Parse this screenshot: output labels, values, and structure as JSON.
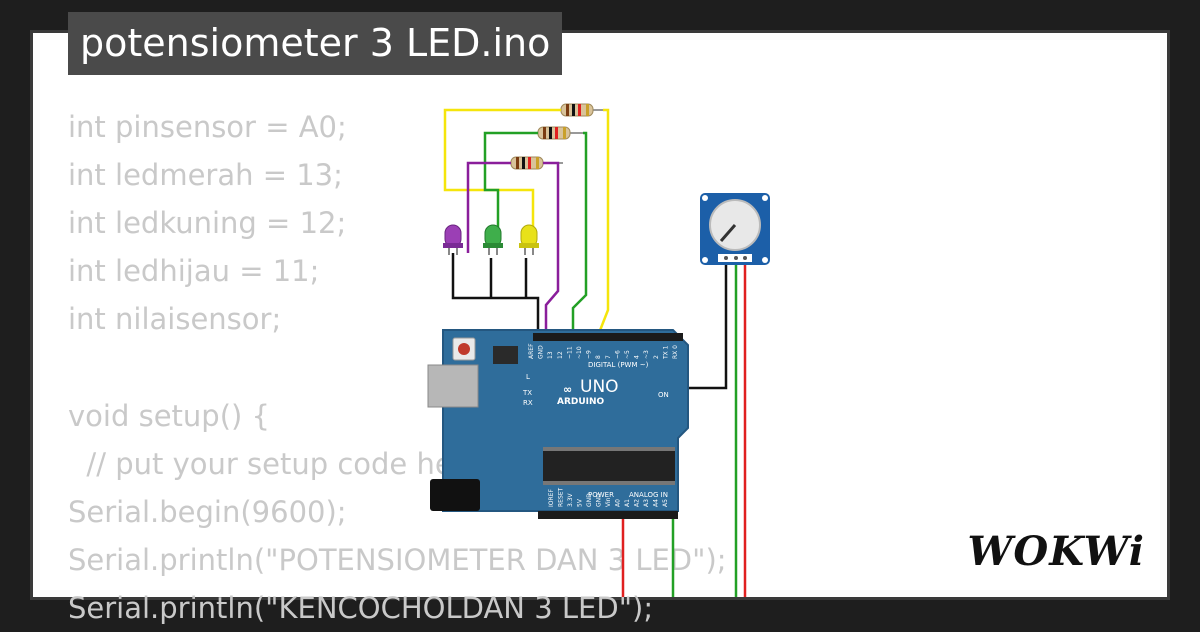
{
  "header": {
    "title": "potensiometer 3 LED.ino"
  },
  "code": {
    "lines": [
      "int pinsensor = A0;",
      "int ledmerah = 13;",
      "int ledkuning = 12;",
      "int ledhijau = 11;",
      "int nilaisensor;",
      "",
      "void setup() {",
      "  // put your setup code here, to run once:",
      "Serial.begin(9600);",
      "Serial.println(\"POTENSIOMETER DAN 3 LED\");",
      "Serial.println(\"KENCOCHOLDAN 3 LED\");"
    ]
  },
  "board": {
    "brand": "ARDUINO",
    "model": "UNO",
    "digital_label": "DIGITAL (PWM ~)",
    "analog_label": "ANALOG IN",
    "power_label": "POWER",
    "on_label": "ON",
    "tx_label": "TX",
    "rx_label": "RX",
    "l_label": "L",
    "top_pins": [
      "AREF",
      "GND",
      "13",
      "12",
      "~11",
      "~10",
      "~9",
      "8",
      "7",
      "~6",
      "~5",
      "4",
      "~3",
      "2",
      "TX 1",
      "RX 0"
    ],
    "bottom_pins": [
      "IOREF",
      "RESET",
      "3.3V",
      "5V",
      "GND",
      "GND",
      "Vin",
      "A0",
      "A1",
      "A2",
      "A3",
      "A4",
      "A5"
    ]
  },
  "colors": {
    "wire_yellow": "#f5e50b",
    "wire_green": "#22a025",
    "wire_purple": "#8a1e9b",
    "wire_red": "#e02020",
    "wire_black": "#111111",
    "board_blue": "#2f6d9b",
    "led_purple": "#9b3fb5",
    "led_green": "#3fae4b",
    "led_yellow": "#e8e11a"
  },
  "brand": {
    "logo_text": "WOKWi"
  }
}
